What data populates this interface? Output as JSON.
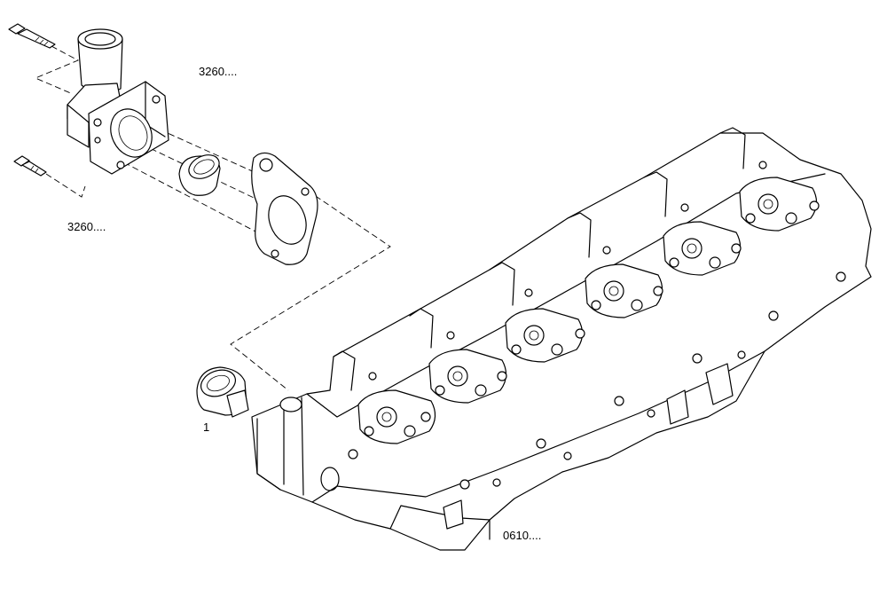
{
  "callouts": {
    "thermostat_housing_top": "3260....",
    "thermostat_housing_bottom": "3260....",
    "thermostat_item": "1",
    "cylinder_head": "0610...."
  }
}
